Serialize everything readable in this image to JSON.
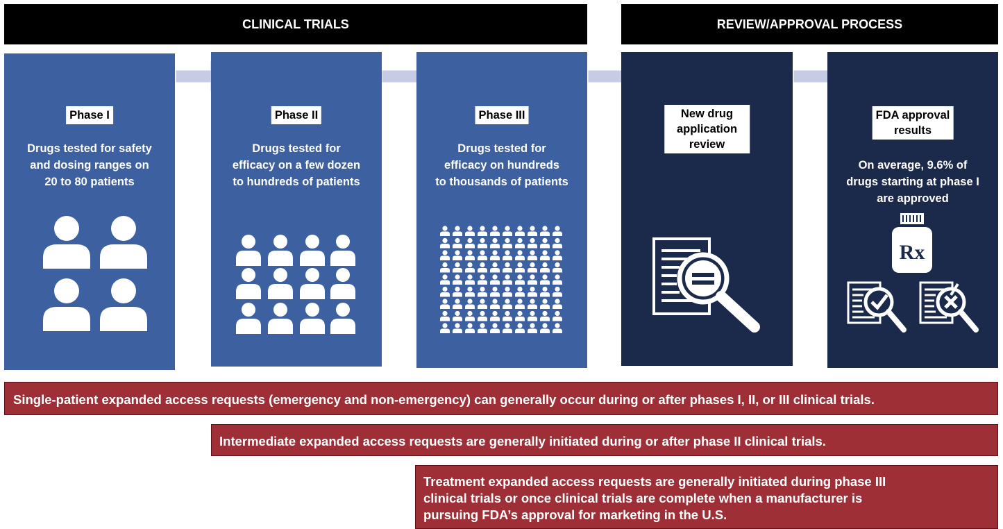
{
  "headers": {
    "clinical": "CLINICAL TRIALS",
    "review": "REVIEW/APPROVAL PROCESS"
  },
  "phases": [
    {
      "label": "Phase I",
      "desc": "Drugs tested for safety\nand dosing ranges on\n20 to 80 patients",
      "icon": "four-patients-icon"
    },
    {
      "label": "Phase II",
      "desc": "Drugs tested for\nefficacy on a few dozen\nto hundreds of patients",
      "icon": "dozen-patients-icon"
    },
    {
      "label": "Phase III",
      "desc": "Drugs tested for\nefficacy on hundreds\nto thousands of patients",
      "icon": "many-patients-icon"
    },
    {
      "label": "New drug\napplication review",
      "desc": "",
      "icon": "document-magnifier-icon"
    },
    {
      "label": "FDA approval\nresults",
      "desc": "On average, 9.6% of\ndrugs starting at phase I\nare approved",
      "icon": "rx-bottle-icon"
    }
  ],
  "rx_text": "Rx",
  "bars": {
    "single": "Single-patient expanded access requests (emergency and non-emergency) can generally occur during or after phases I, II, or III clinical trials.",
    "intermediate": "Intermediate expanded access requests are generally initiated during or after phase II clinical trials.",
    "treatment": "Treatment expanded access requests are generally initiated during phase III\nclinical trials or once clinical trials are complete when a manufacturer is\npursuing FDA’s approval for marketing in the U.S."
  },
  "colors": {
    "header": "#000000",
    "clinical_panel": "#3d60a0",
    "review_panel": "#1b2a4a",
    "arrow": "#c7cbe6",
    "bar": "#9e2f36"
  }
}
